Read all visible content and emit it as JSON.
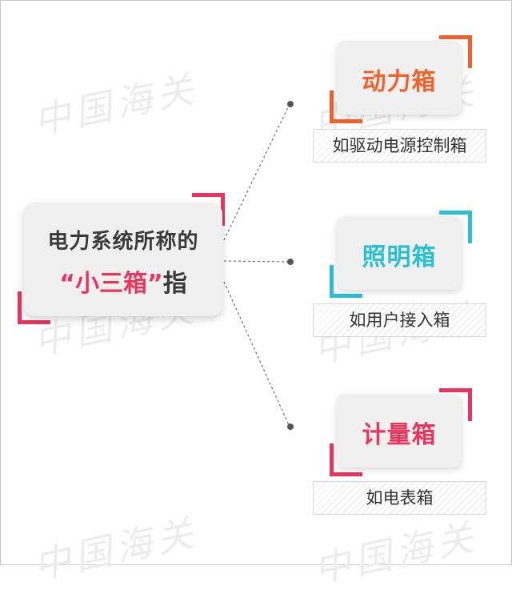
{
  "main": {
    "line1": "电力系统所称的",
    "quote_open": "“",
    "highlight": "小三箱",
    "quote_close": "”",
    "suffix": "指",
    "accent_color": "#e8355e"
  },
  "categories": [
    {
      "title": "动力箱",
      "description": "如驱动电源控制箱",
      "color": "#f1612b"
    },
    {
      "title": "照明箱",
      "description": "如用户接入箱",
      "color": "#2bbfd1"
    },
    {
      "title": "计量箱",
      "description": "如电表箱",
      "color": "#e8355e"
    }
  ],
  "watermark": {
    "text": "中国海关"
  }
}
